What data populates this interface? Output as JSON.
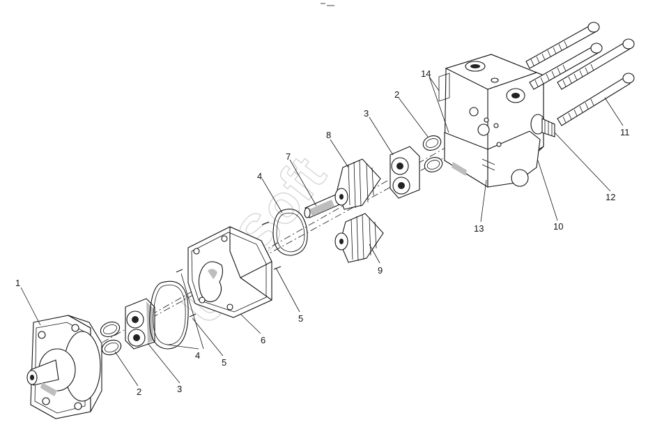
{
  "watermark": {
    "text": "UniSoft"
  },
  "callouts": {
    "c1": "1",
    "c2a": "2",
    "c2b": "2",
    "c3a": "3",
    "c3b": "3",
    "c4a": "4",
    "c4b": "4",
    "c5a": "5",
    "c5b": "5",
    "c6": "6",
    "c7": "7",
    "c8": "8",
    "c9": "9",
    "c10": "10",
    "c11": "11",
    "c12": "12",
    "c13": "13",
    "c14": "14"
  },
  "colors": {
    "line": "#111111",
    "shade": "#bdbdbd",
    "watermark": "#cfcfcf"
  }
}
